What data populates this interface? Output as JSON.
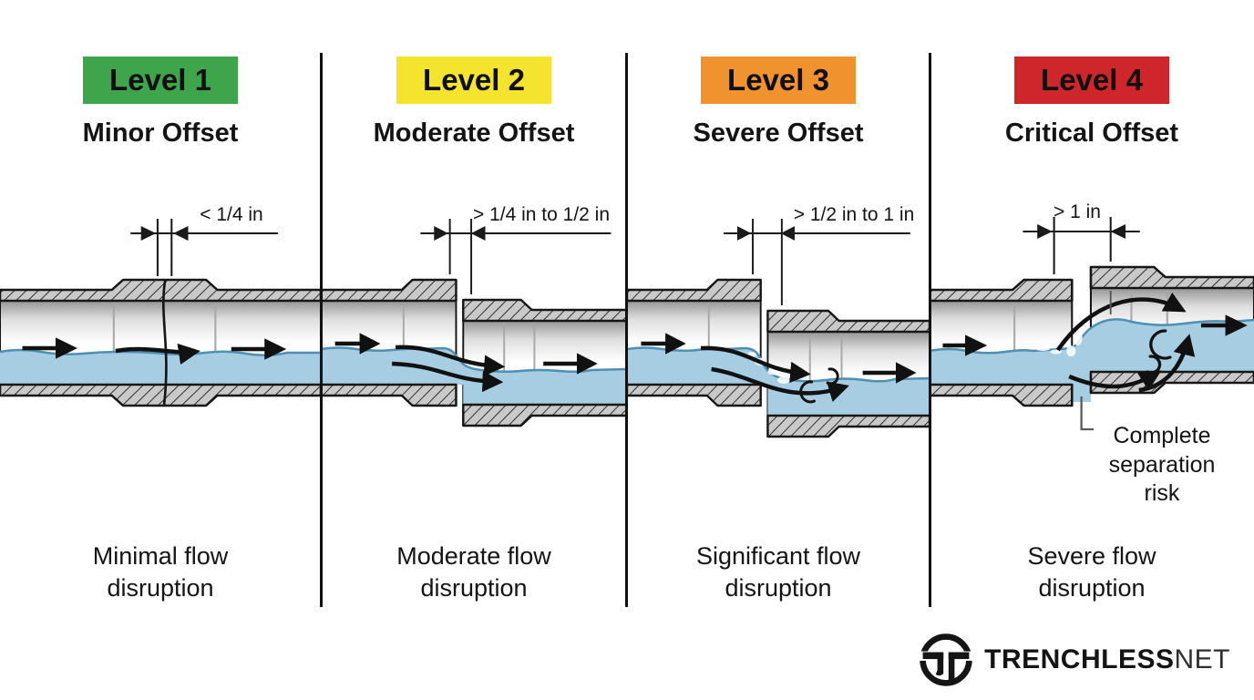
{
  "columns": [
    {
      "level": "Level 1",
      "badge_color": "#3ea54c",
      "title": "Minor Offset",
      "measurement": "< 1/4 in",
      "caption1": "Minimal flow",
      "caption2": "disruption"
    },
    {
      "level": "Level 2",
      "badge_color": "#f5e42d",
      "title": "Moderate Offset",
      "measurement": "> 1/4 in to 1/2 in",
      "caption1": "Moderate flow",
      "caption2": "disruption"
    },
    {
      "level": "Level 3",
      "badge_color": "#f0922d",
      "title": "Severe Offset",
      "measurement": "> 1/2 in to 1 in",
      "caption1": "Significant flow",
      "caption2": "disruption"
    },
    {
      "level": "Level 4",
      "badge_color": "#ce262b",
      "title": "Critical Offset",
      "measurement": "> 1 in",
      "caption1": "Severe flow",
      "caption2": "disruption",
      "annotation": "Complete separation risk"
    }
  ],
  "logo": {
    "brand_bold": "TRENCHLESS",
    "brand_light": "NET"
  },
  "colors": {
    "water": "#a6cde1",
    "water_line": "#4e8fb4",
    "pipe_wall": "#c9c9c9",
    "outline": "#161616",
    "divider": "#111111"
  }
}
